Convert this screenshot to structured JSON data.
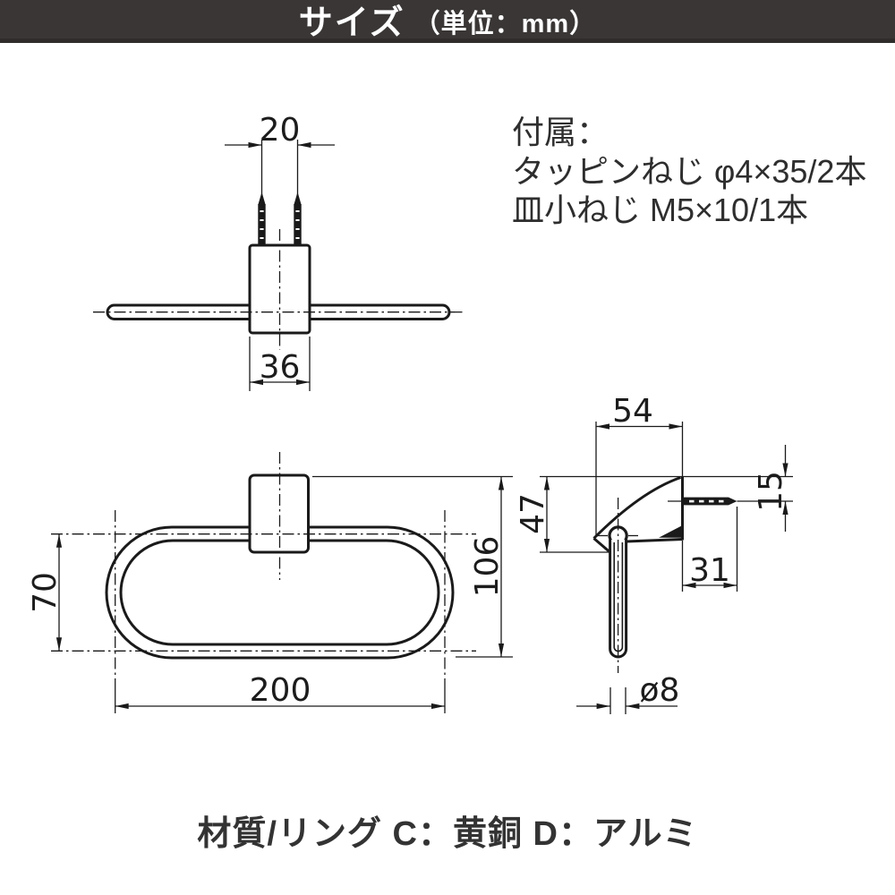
{
  "banner": {
    "title": "サイズ",
    "subtitle": "（単位：mm）",
    "bg_color": "#3a3636",
    "text_color": "#ffffff"
  },
  "included_note": {
    "lines": [
      "付属：",
      "タッピンねじ φ4×35/2本",
      "皿小ねじ M5×10/1本"
    ]
  },
  "material_note": "材質/リング C：黄銅 D：アルミ",
  "drawing": {
    "line_color": "#1a1a1a",
    "unit": "mm",
    "dims": {
      "pin_spacing": "20",
      "base_width": "36",
      "ring_inner_height": "70",
      "ring_width": "200",
      "overall_height": "106",
      "bracket_depth": "54",
      "bracket_drop": "47",
      "screw_offset": "15",
      "screw_projection": "31",
      "tube_diameter": "ø8"
    }
  }
}
